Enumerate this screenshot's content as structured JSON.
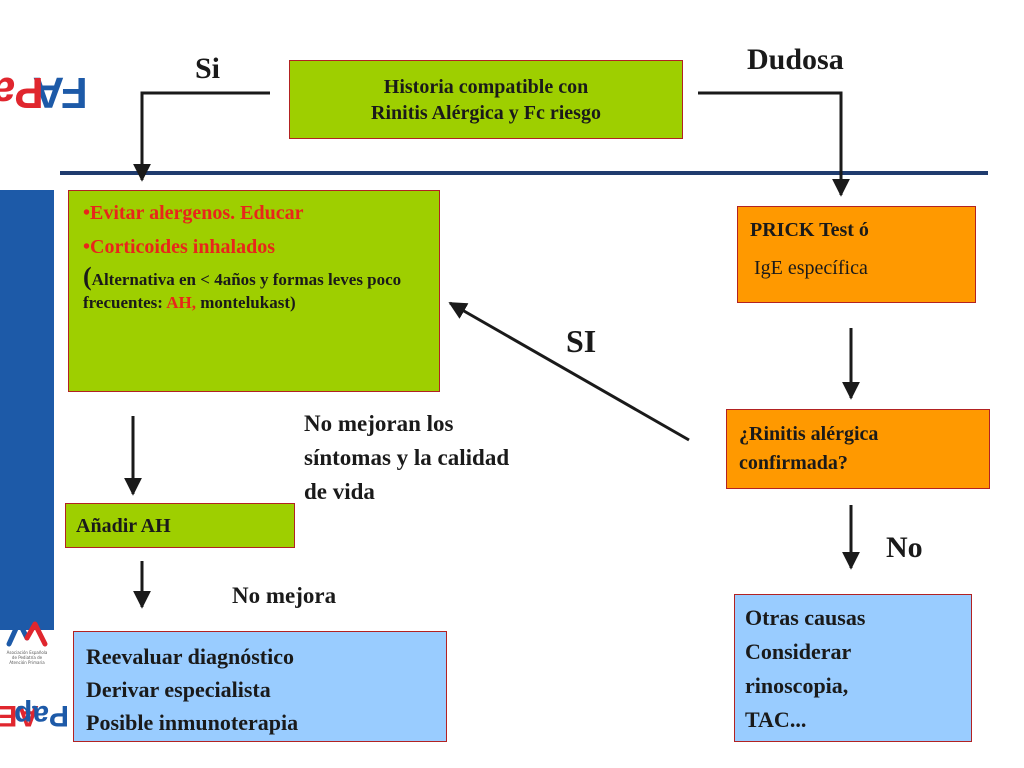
{
  "logos": {
    "fapap": {
      "text_fa": "FA",
      "text_pap": "Pap"
    },
    "aepap": {
      "text_ae": "AE",
      "text_pap": "Pap",
      "small_text": "Asociación Española de Pediatría de Atención Primaria"
    }
  },
  "labels": {
    "si": "Si",
    "dudosa": "Dudosa",
    "si_upper": "SI",
    "no": "No",
    "no_mejoran": "No mejoran los síntomas y la calidad de vida",
    "no_mejora": "No mejora"
  },
  "boxes": {
    "historia": {
      "line1": "Historia compatible con",
      "line2": "Rinitis Alérgica y Fc riesgo"
    },
    "tratamiento": {
      "item1": "•Evitar  alergenos. Educar",
      "item2": "•Corticoides inhalados",
      "alt_open": "(",
      "alt_text": "Alternativa en < 4años y formas leves poco frecuentes: ",
      "alt_red": "AH,",
      "alt_end": " montelukast)"
    },
    "prick": {
      "line1": "PRICK Test ó",
      "line2": "IgE específica"
    },
    "rinitis": {
      "line1": "¿Rinitis alérgica",
      "line2": "confirmada?"
    },
    "anadir": {
      "text": "Añadir AH"
    },
    "reevaluar": {
      "line1": "Reevaluar diagnóstico",
      "line2": "Derivar especialista",
      "line3": "Posible inmunoterapia"
    },
    "otras": {
      "line1": "Otras causas",
      "line2": "Considerar",
      "line3": "rinoscopia,",
      "line4": "TAC..."
    }
  },
  "colors": {
    "green": "#9ecf00",
    "orange": "#ff9900",
    "blue": "#99ccff",
    "red_text": "#e8261b",
    "navy_line": "#1f3b6e",
    "sidebar_blue": "#1d5aa8"
  }
}
